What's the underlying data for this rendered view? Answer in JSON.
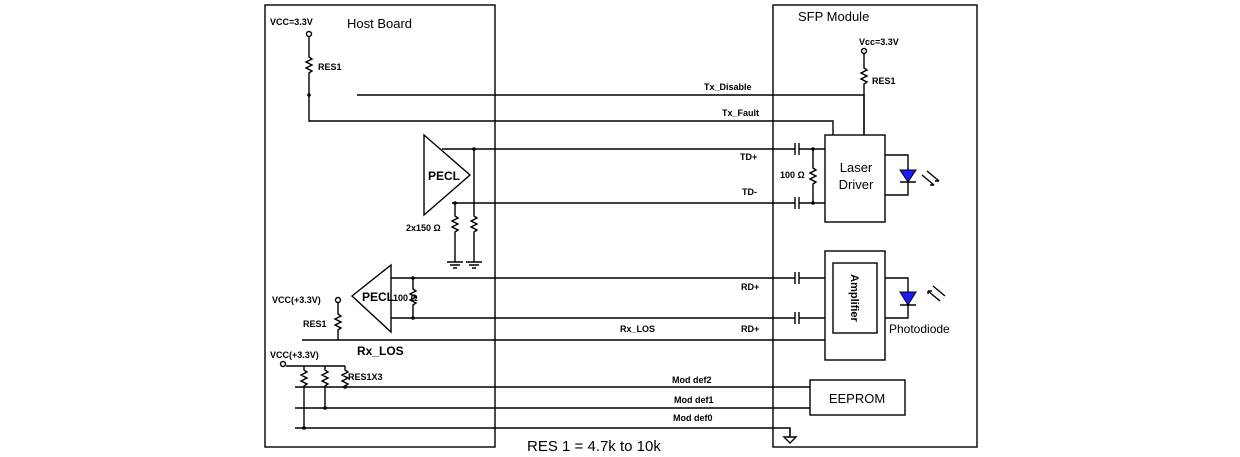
{
  "host": {
    "title": "Host Board",
    "vcc_top": "VCC=3.3V",
    "res_top": "RES1",
    "term": "2x150 Ω",
    "tx_driver": "PECL",
    "rx_receiver": "PECL",
    "rx_term": "100 Ω",
    "vcc_los": "VCC(+3.3V)",
    "res_los": "RES1",
    "rx_los": "Rx_LOS",
    "vcc_mod": "VCC(+3.3V)",
    "res_mod": "RES1X3"
  },
  "signals": {
    "tx_disable": "Tx_Disable",
    "tx_fault": "Tx_Fault",
    "td_plus": "TD+",
    "td_minus": "TD-",
    "rd_plus": "RD+",
    "rd_second": "RD+",
    "rx_los": "Rx_LOS",
    "mod_def2": "Mod def2",
    "mod_def1": "Mod def1",
    "mod_def0": "Mod def0"
  },
  "module": {
    "title": "SFP Module",
    "vcc": "Vcc=3.3V",
    "res": "RES1",
    "term": "100 Ω",
    "laser_driver_1": "Laser",
    "laser_driver_2": "Driver",
    "amplifier": "Amplifier",
    "photodiode": "Photodiode",
    "eeprom": "EEPROM",
    "diode_color": "#1a1aff"
  },
  "footnote": "RES 1 = 4.7k to 10k"
}
